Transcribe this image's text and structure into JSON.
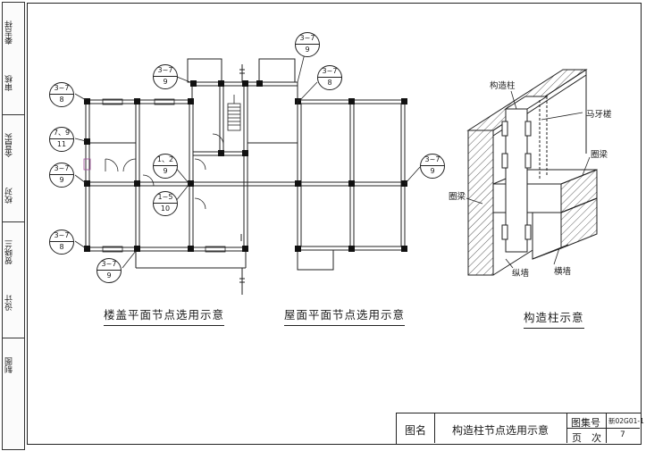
{
  "sidebar": {
    "cells": [
      {
        "label": "审核",
        "sign": "秦吉祥"
      },
      {
        "label": "校对",
        "sign": "金昌实"
      },
      {
        "label": "设计",
        "sign": "贺晓兰"
      },
      {
        "label": "制图",
        "sign": ""
      }
    ]
  },
  "floor_plan": {
    "caption": "楼盖平面节点选用示意",
    "callouts": [
      {
        "top": "3~7",
        "bottom": "8"
      },
      {
        "top": "3~7",
        "bottom": "9"
      },
      {
        "top": "3~7",
        "bottom": "9"
      },
      {
        "top": "3~7",
        "bottom": "8"
      },
      {
        "top": "7、9",
        "bottom": "11"
      },
      {
        "top": "3~7",
        "bottom": "9"
      },
      {
        "top": "1、2",
        "bottom": "9"
      },
      {
        "top": "1~5",
        "bottom": "10"
      },
      {
        "top": "3~7",
        "bottom": "8"
      },
      {
        "top": "3~7",
        "bottom": "9"
      }
    ]
  },
  "roof_plan": {
    "caption": "屋面平面节点选用示意",
    "callouts": [
      {
        "top": "3~7",
        "bottom": "9"
      }
    ]
  },
  "column_view": {
    "caption": "构造柱示意",
    "labels": {
      "column": "构造柱",
      "toothed": "马牙槎",
      "ring_beam_right": "圈梁",
      "ring_beam_left": "圈梁",
      "longitudinal_wall": "纵墙",
      "transverse_wall": "横墙"
    }
  },
  "title_block": {
    "name_label": "图名",
    "name": "构造柱节点选用示意",
    "atlas_label": "图集号",
    "atlas_value": "新02G01-1",
    "page_label": "页　次",
    "page_value": "7"
  }
}
